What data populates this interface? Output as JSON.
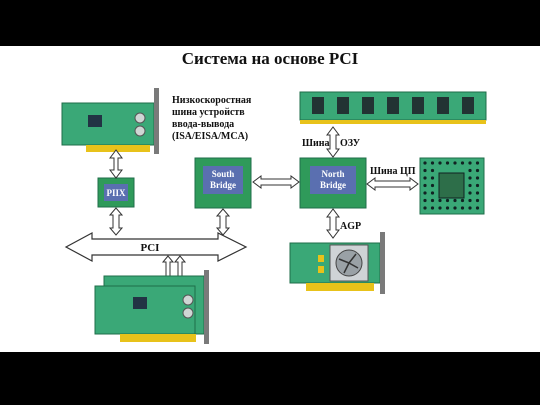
{
  "slide": {
    "title": "Система на основе PCI"
  },
  "labels": {
    "isa_bus": [
      "Низкоскоростная",
      "шина устройств",
      "ввода-вывода",
      "(ISA/EISA/MCA)"
    ],
    "mem_bus": "Шина",
    "ram": "ОЗУ",
    "cpu_bus": "Шина ЦП",
    "agp": "AGP",
    "pci": "PCI",
    "piix": "PIIX",
    "south_bridge": [
      "South",
      "Bridge"
    ],
    "north_bridge": [
      "North",
      "Bridge"
    ]
  },
  "colors": {
    "board_green": "#3aa877",
    "board_dark": "#1f6e49",
    "chip_green": "#2f9a5a",
    "chip_inner_blue": "#5a6fb0",
    "contact_gold": "#e8c21a",
    "bracket_gray": "#7a7a7a"
  }
}
